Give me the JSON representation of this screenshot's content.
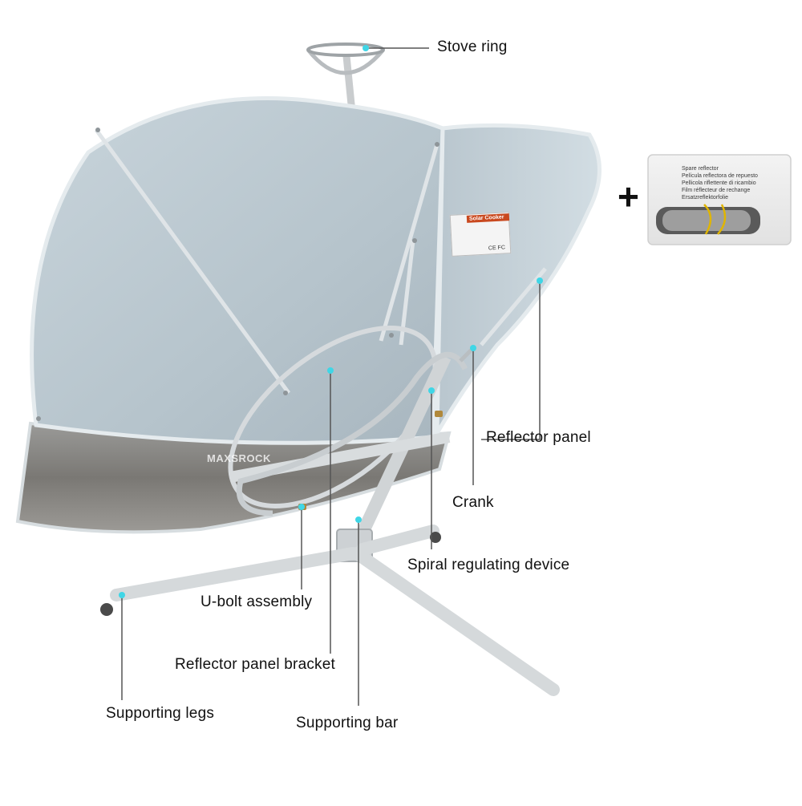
{
  "labels": {
    "stove_ring": "Stove ring",
    "reflector_panel": "Reflector panel",
    "crank": "Crank",
    "spiral_regulating_device": "Spiral regulating device",
    "u_bolt_assembly": "U-bolt assembly",
    "reflector_panel_bracket": "Reflector panel bracket",
    "supporting_legs": "Supporting legs",
    "supporting_bar": "Supporting bar"
  },
  "plus_sign": "+",
  "nameplate": {
    "title": "Solar Cooker",
    "marks": "CE FC"
  },
  "watermark": "MAXSROCK",
  "spare_pack": {
    "lines": [
      "Spare reflector",
      "Película reflectora de repuesto",
      "Pellicola riflettente di ricambio",
      "Film réflecteur de rechange",
      "Ersatzreflektorfolie"
    ]
  },
  "colors": {
    "callout_dot": "#3fd6e6",
    "leader_line": "#555555",
    "dish_back": "#b9c7cf",
    "frame_metal": "#d4d8da"
  }
}
